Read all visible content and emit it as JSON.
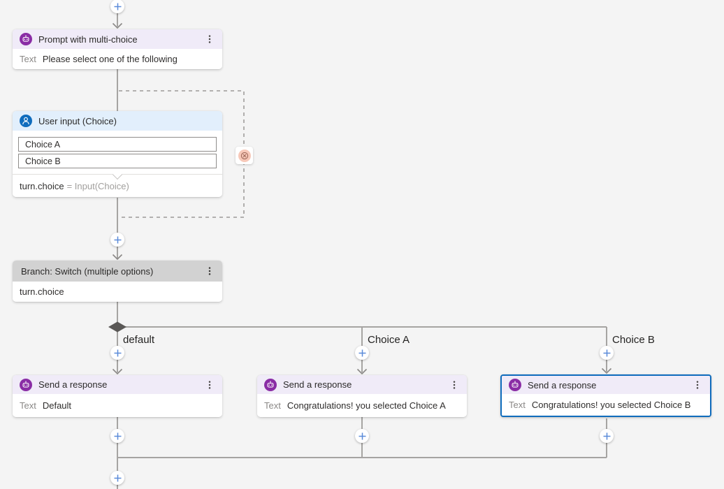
{
  "flow": {
    "prompt": {
      "title": "Prompt with multi-choice",
      "field_label": "Text",
      "field_value": "Please select one of the following"
    },
    "user_input": {
      "title": "User input (Choice)",
      "choices": [
        "Choice A",
        "Choice B"
      ],
      "assignment_lhs": "turn.choice",
      "assignment_rhs": "= Input(Choice)"
    },
    "branch_switch": {
      "title": "Branch: Switch (multiple options)",
      "condition": "turn.choice"
    },
    "branch_labels": [
      "default",
      "Choice A",
      "Choice B"
    ],
    "responses": [
      {
        "title": "Send a response",
        "field_label": "Text",
        "field_value": "Default",
        "selected": false
      },
      {
        "title": "Send a response",
        "field_label": "Text",
        "field_value": "Congratulations! you selected Choice A",
        "selected": false
      },
      {
        "title": "Send a response",
        "field_label": "Text",
        "field_value": "Congratulations! you selected Choice B",
        "selected": true
      }
    ]
  },
  "icons": {
    "prompt_node": "bot-chat-icon",
    "user_input_node": "person-icon",
    "node_menu": "more-options-icon",
    "add_node": "plus-icon",
    "loop_marker": "cancel-circle-icon"
  },
  "colors": {
    "canvas_bg": "#f4f4f4",
    "purple_icon": "#8a2da5",
    "blue_icon": "#0f6cbd",
    "purple_header": "#f0ebf8",
    "blue_header": "#e2effc",
    "gray_header": "#d2d2d2",
    "selected_border": "#0f6cbd",
    "connector": "#a6a4a2",
    "cancel_peach": "#f7c8b8",
    "plus_blue": "#5b8bd9"
  }
}
